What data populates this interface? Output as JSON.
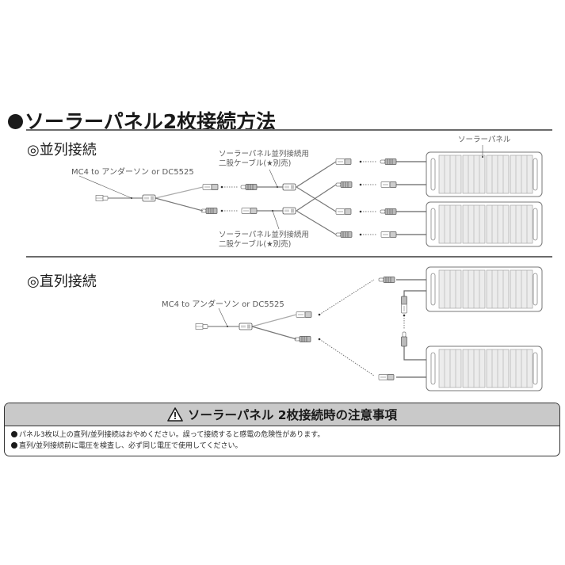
{
  "title": "ソーラーパネル2枚接続方法",
  "parallel": {
    "heading": "◎並列接続",
    "cable_label": "MC4 to アンダーソン or DC5525",
    "branch_label_top_line1": "ソーラーパネル並列接続用",
    "branch_label_top_line2": "二股ケーブル(★別売)",
    "branch_label_bottom_line1": "ソーラーパネル並列接続用",
    "branch_label_bottom_line2": "二股ケーブル(★別売)",
    "panel_label": "ソーラーパネル",
    "panels": 2
  },
  "series": {
    "heading": "◎直列接続",
    "cable_label": "MC4 to アンダーソン or DC5525",
    "panels": 2
  },
  "notice": {
    "icon": "warning-triangle-icon",
    "title": "ソーラーパネル 2枚接続時の注意事項",
    "items": [
      "パネル3枚以上の直列/並列接続はおやめください。誤って接続すると感電の危険性があります。",
      "直列/並列接続前に電圧を検査し、必ず同じ電圧で使用してください。"
    ]
  },
  "colors": {
    "text": "#1a1a1a",
    "rule": "#6b6b6b",
    "label": "#5a5a5a",
    "notice_header_bg": "#c9c9c9",
    "panel_cell": "#ececec",
    "line": "#777777"
  }
}
